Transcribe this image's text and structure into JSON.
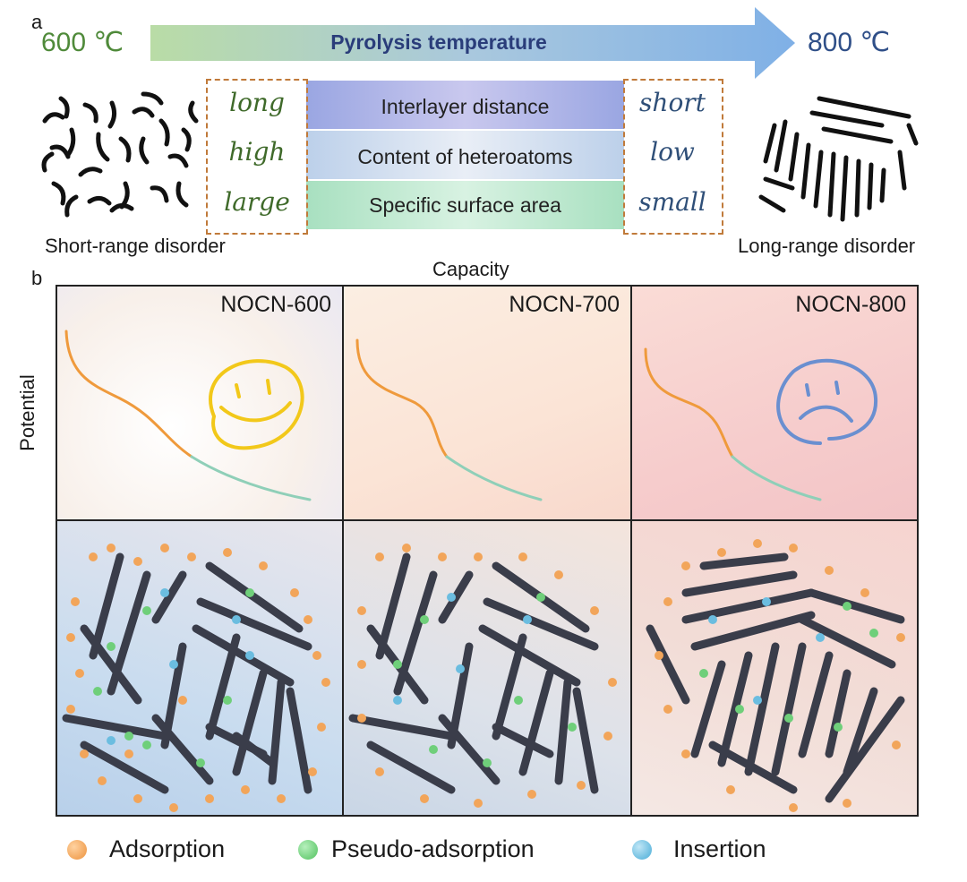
{
  "panel_a": {
    "label": "a",
    "temp_left": "600 ℃",
    "temp_right": "800 ℃",
    "arrow_label": "Pyrolysis temperature",
    "rows": [
      {
        "left": "long",
        "property": "Interlayer distance",
        "right": "short"
      },
      {
        "left": "high",
        "property": "Content of heteroatoms",
        "right": "low"
      },
      {
        "left": "large",
        "property": "Specific surface area",
        "right": "small"
      }
    ],
    "left_caption": "Short-range disorder",
    "right_caption": "Long-range disorder"
  },
  "panel_b": {
    "label": "b",
    "x_axis": "Capacity",
    "y_axis": "Potential",
    "samples": [
      {
        "name": "NOCN-600",
        "face": "happy"
      },
      {
        "name": "NOCN-700",
        "face": "none"
      },
      {
        "name": "NOCN-800",
        "face": "sad"
      }
    ]
  },
  "legend": [
    {
      "label": "Adsorption",
      "color": "#f2a55a"
    },
    {
      "label": "Pseudo-adsorption",
      "color": "#6fcf7a"
    },
    {
      "label": "Insertion",
      "color": "#6bbde0"
    }
  ],
  "colors": {
    "temp_left": "#4f8a3a",
    "temp_right": "#2f4f88",
    "happy_face": "#f2c81a",
    "sad_face": "#6a8fd0"
  }
}
